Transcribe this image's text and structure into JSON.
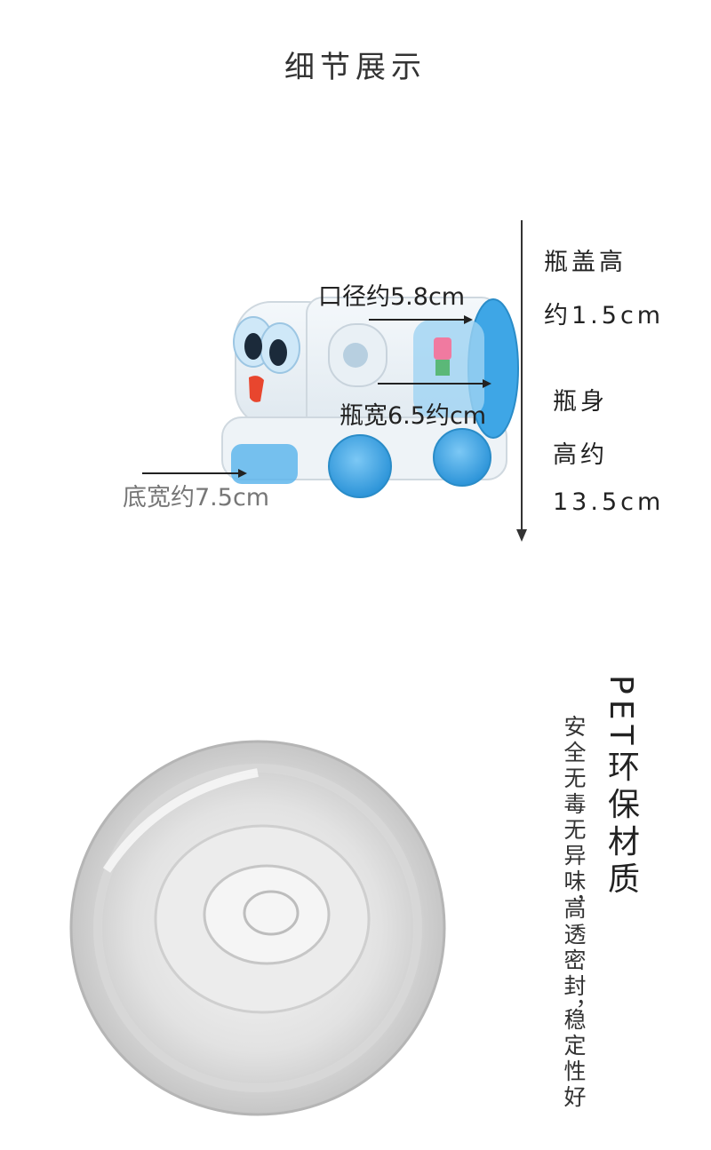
{
  "page_title": "细节展示",
  "annotations": {
    "mouth_diameter": "口径约5.8cm",
    "bottle_width": "瓶宽6.5约cm",
    "base_width": "底宽约7.5cm"
  },
  "specs": {
    "cap_height_line1": "瓶盖高",
    "cap_height_line2": "约1.5cm",
    "body_height_line1": "瓶身",
    "body_height_line2": "高约",
    "body_height_line3": "13.5cm"
  },
  "material": {
    "title": "PET环保材质",
    "feature_1": "安全无毒无异味，",
    "feature_2": "高透密封，",
    "feature_3": "稳定性好"
  },
  "colors": {
    "accent_blue": "#3ea6e6",
    "face_red": "#e8462e",
    "sticker_pink": "#f07aa0"
  }
}
